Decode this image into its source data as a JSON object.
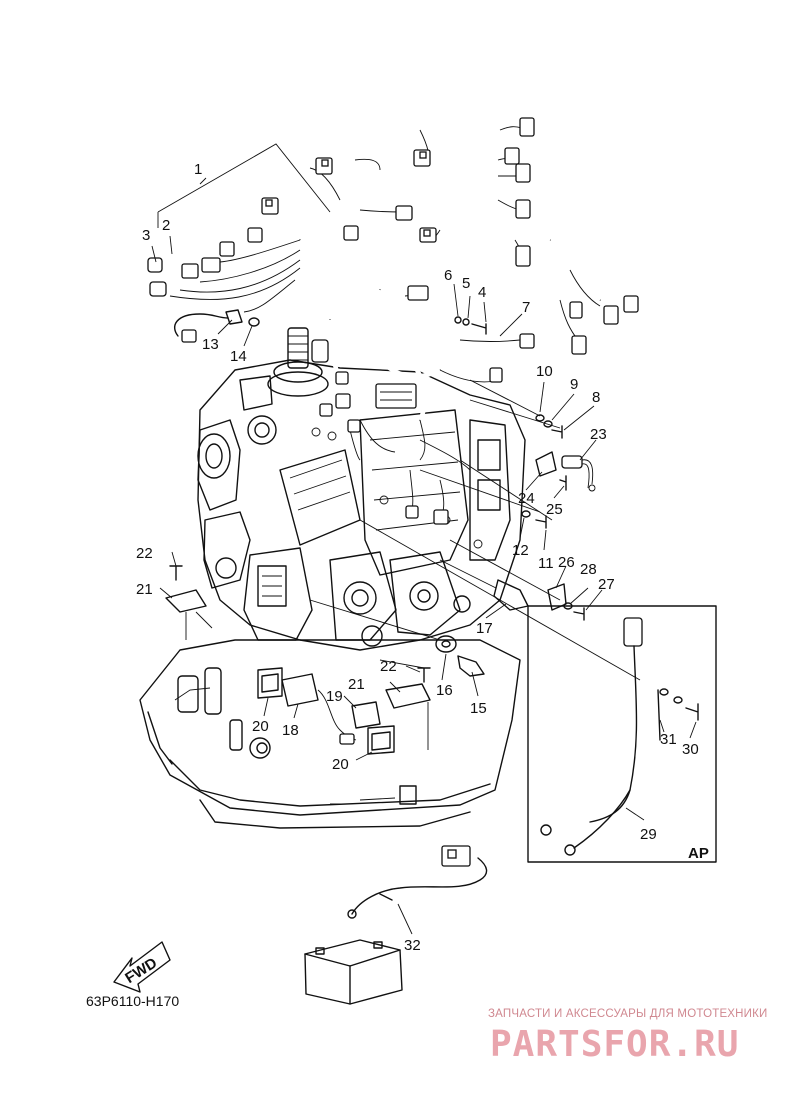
{
  "drawing_code": "63P6110-H170",
  "direction_arrow": "FWD",
  "inset_label": "AP",
  "watermark": {
    "tagline": "ЗАПЧАСТИ И АКСЕССУАРЫ ДЛЯ МОТОТЕХНИКИ",
    "logo": "PARTSFOR.RU"
  },
  "callouts": {
    "c1": "1",
    "c2": "2",
    "c3": "3",
    "c4": "4",
    "c5": "5",
    "c6": "6",
    "c7": "7",
    "c8": "8",
    "c9": "9",
    "c10": "10",
    "c11": "11",
    "c12": "12",
    "c13": "13",
    "c14": "14",
    "c15": "15",
    "c16": "16",
    "c17": "17",
    "c18": "18",
    "c19": "19",
    "c20a": "20",
    "c20b": "20",
    "c21a": "21",
    "c21b": "21",
    "c22a": "22",
    "c22b": "22",
    "c23": "23",
    "c24": "24",
    "c25": "25",
    "c26": "26",
    "c27": "27",
    "c28": "28",
    "c29": "29",
    "c30": "30",
    "c31": "31",
    "c32": "32"
  }
}
